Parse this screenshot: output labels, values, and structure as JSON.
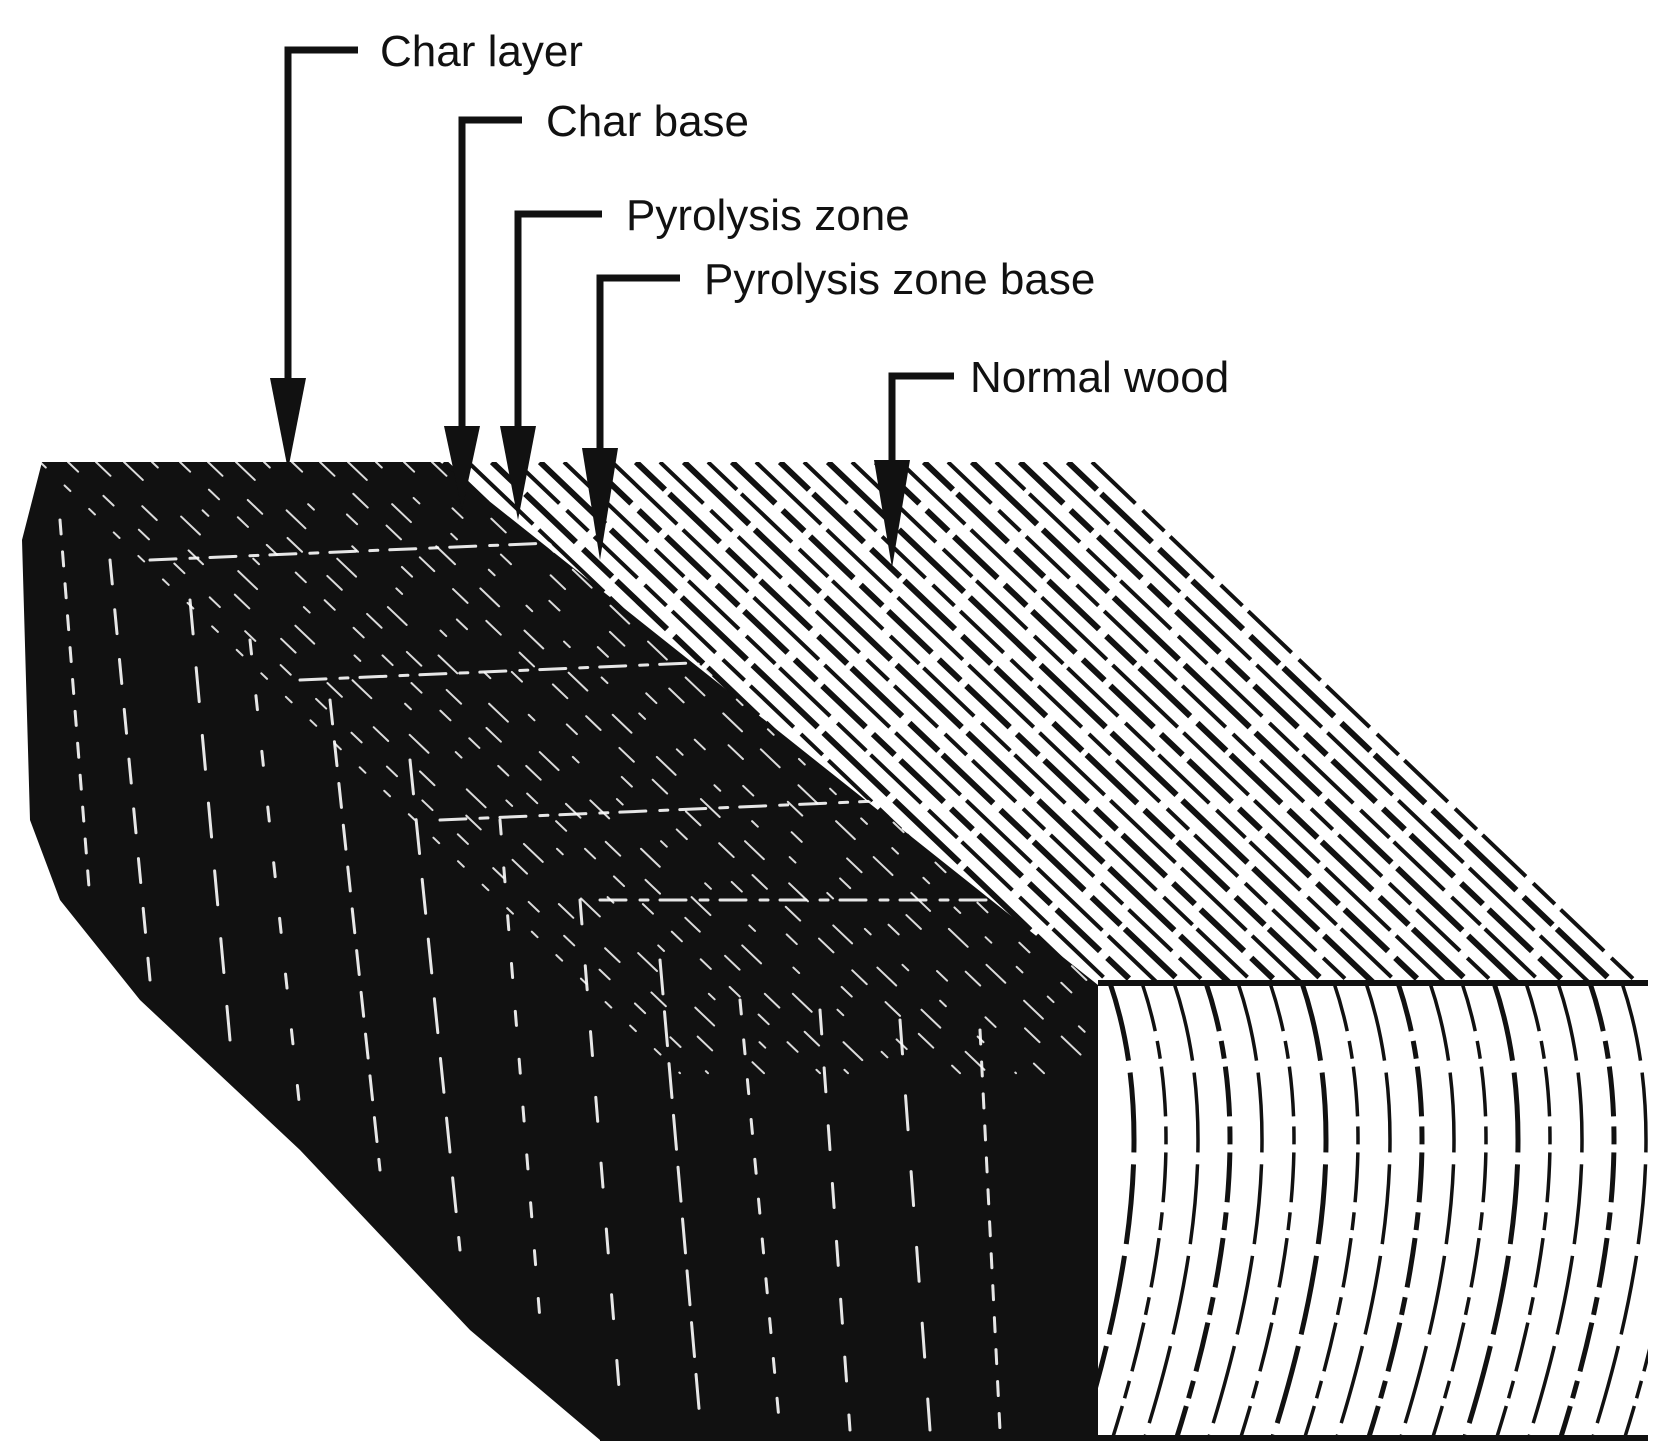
{
  "labels": {
    "char_layer": "Char layer",
    "char_base": "Char base",
    "pyrolysis_zone": "Pyrolysis zone",
    "pyrolysis_zone_base": "Pyrolysis zone base",
    "normal_wood": "Normal wood"
  },
  "colors": {
    "ink": "#111111",
    "paper": "#ffffff"
  }
}
